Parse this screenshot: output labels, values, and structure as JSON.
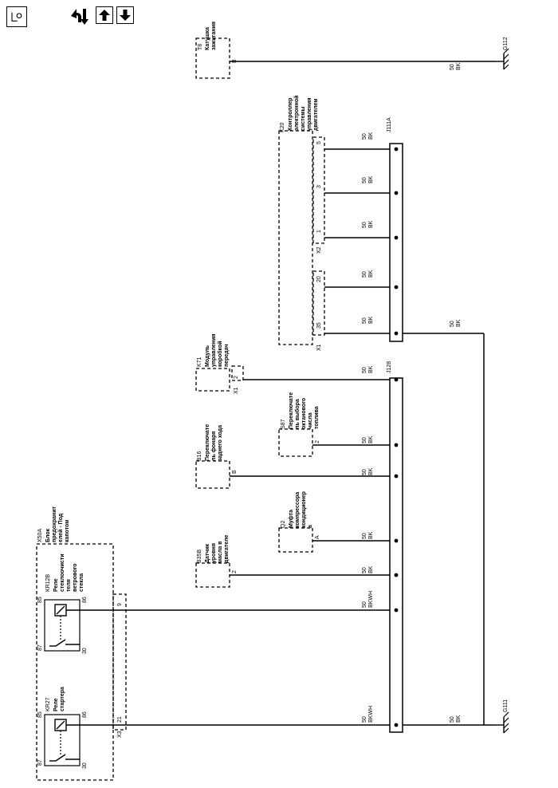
{
  "toolbar": {
    "location_icon": "location-icon",
    "navigation_icon": "navigation-icon",
    "up_icon": "arrow-up-icon",
    "down_icon": "arrow-down-icon"
  },
  "wire_label": {
    "bk50": [
      "50",
      "BK"
    ],
    "bkwh50": [
      "50",
      "BKWH"
    ]
  },
  "grounds": {
    "top": "G112",
    "bottom": "G111"
  },
  "splices": {
    "top": "J111A",
    "bottom": "J128"
  },
  "components": {
    "t8": {
      "id": "T8",
      "name": [
        "Катушка",
        "зажигания"
      ],
      "pin": "B"
    },
    "k20": {
      "id": "K20",
      "name": [
        "Контроллер",
        "электронной",
        "системы",
        "управления",
        "двигателем"
      ],
      "pins": [
        "5",
        "3",
        "1",
        "20",
        "35"
      ],
      "connectors": [
        "X2",
        "X1"
      ]
    },
    "k71": {
      "id": "K71",
      "name": [
        "Модуль",
        "управления",
        "коробкой",
        "передач"
      ],
      "pin": "2",
      "connector": "X1"
    },
    "s87": {
      "id": "S87",
      "name": [
        "Переключате",
        "ль выбора",
        "октанового",
        "числа",
        "топлива"
      ],
      "pin": "2"
    },
    "b16": {
      "id": "B16",
      "name": [
        "Переключате",
        "ль фонаря",
        "заднего хода"
      ],
      "pin": "B"
    },
    "q2": {
      "id": "Q2",
      "name": [
        "Муфта",
        "компрессора",
        "кондиционер",
        "а"
      ],
      "pin": "A"
    },
    "b35b": {
      "id": "B35B",
      "name": [
        "Датчик",
        "уровня",
        "масла в",
        "двигателе"
      ],
      "pin": "2"
    },
    "x50a": {
      "id": "X50A",
      "name": [
        "Блок",
        "предохранит",
        "елей - Под",
        "капотом"
      ],
      "connector": "X3",
      "pins": [
        "9",
        "21"
      ]
    },
    "kr12b": {
      "id": "KR12B",
      "name": [
        "Реле",
        "стеклоочисти",
        "теля",
        "ветрового",
        "стекла"
      ],
      "pins": [
        "85",
        "86",
        "87",
        "30"
      ]
    },
    "kr27": {
      "id": "KR27",
      "name": [
        "Реле",
        "стартера"
      ],
      "pins": [
        "85",
        "86",
        "87",
        "30"
      ]
    }
  }
}
